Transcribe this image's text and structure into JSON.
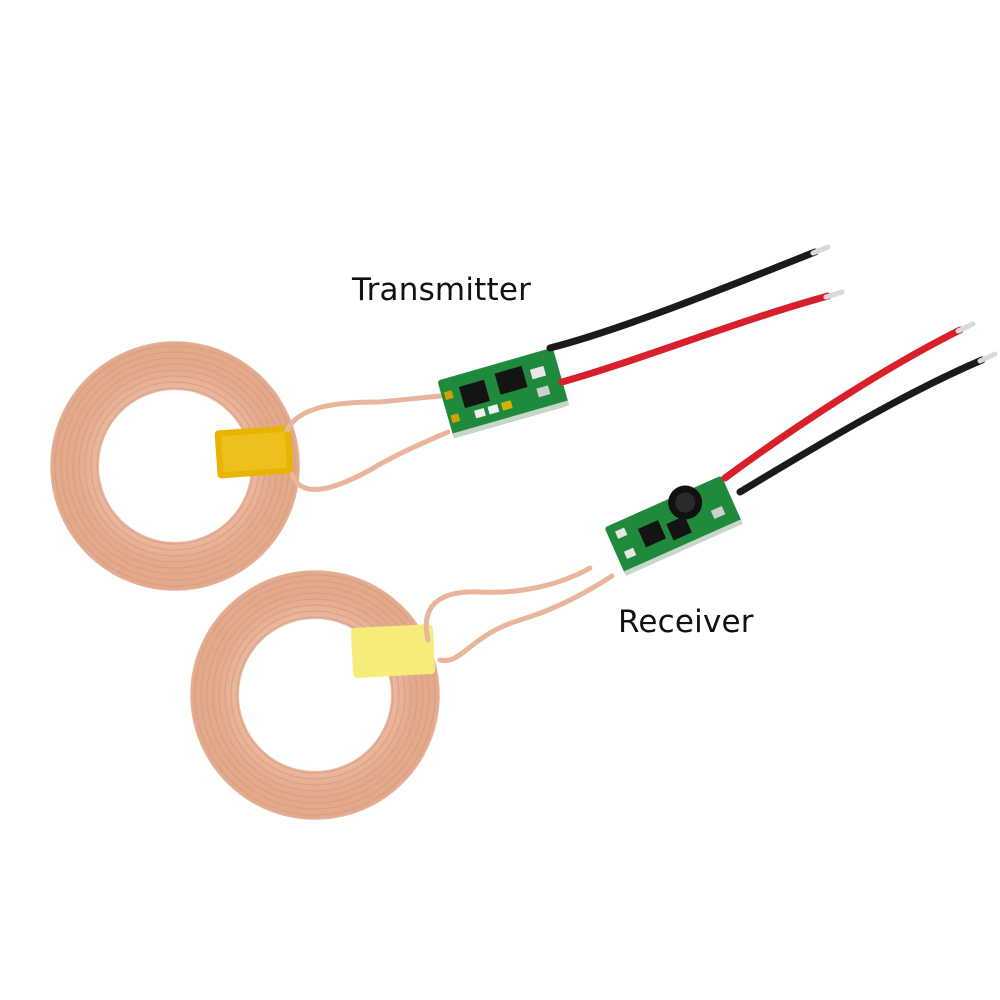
{
  "labels": {
    "transmitter": "Transmitter",
    "receiver": "Receiver"
  },
  "colors": {
    "background": "#ffffff",
    "copper_wire": "#e9b69b",
    "copper_wire_dark": "#d79c80",
    "pcb_green": "#1f8a3c",
    "tape_transmitter": "#e8b400",
    "tape_receiver": "#f5ec7a",
    "wire_red": "#d8202a",
    "wire_black": "#1a1a1a",
    "solder_tip": "#d9d9d9"
  },
  "objects": [
    {
      "name": "transmitter-coil",
      "description_icon": "copper-coil"
    },
    {
      "name": "transmitter-pcb",
      "description_icon": "circuit-board"
    },
    {
      "name": "receiver-coil",
      "description_icon": "copper-coil"
    },
    {
      "name": "receiver-pcb",
      "description_icon": "circuit-board"
    }
  ]
}
